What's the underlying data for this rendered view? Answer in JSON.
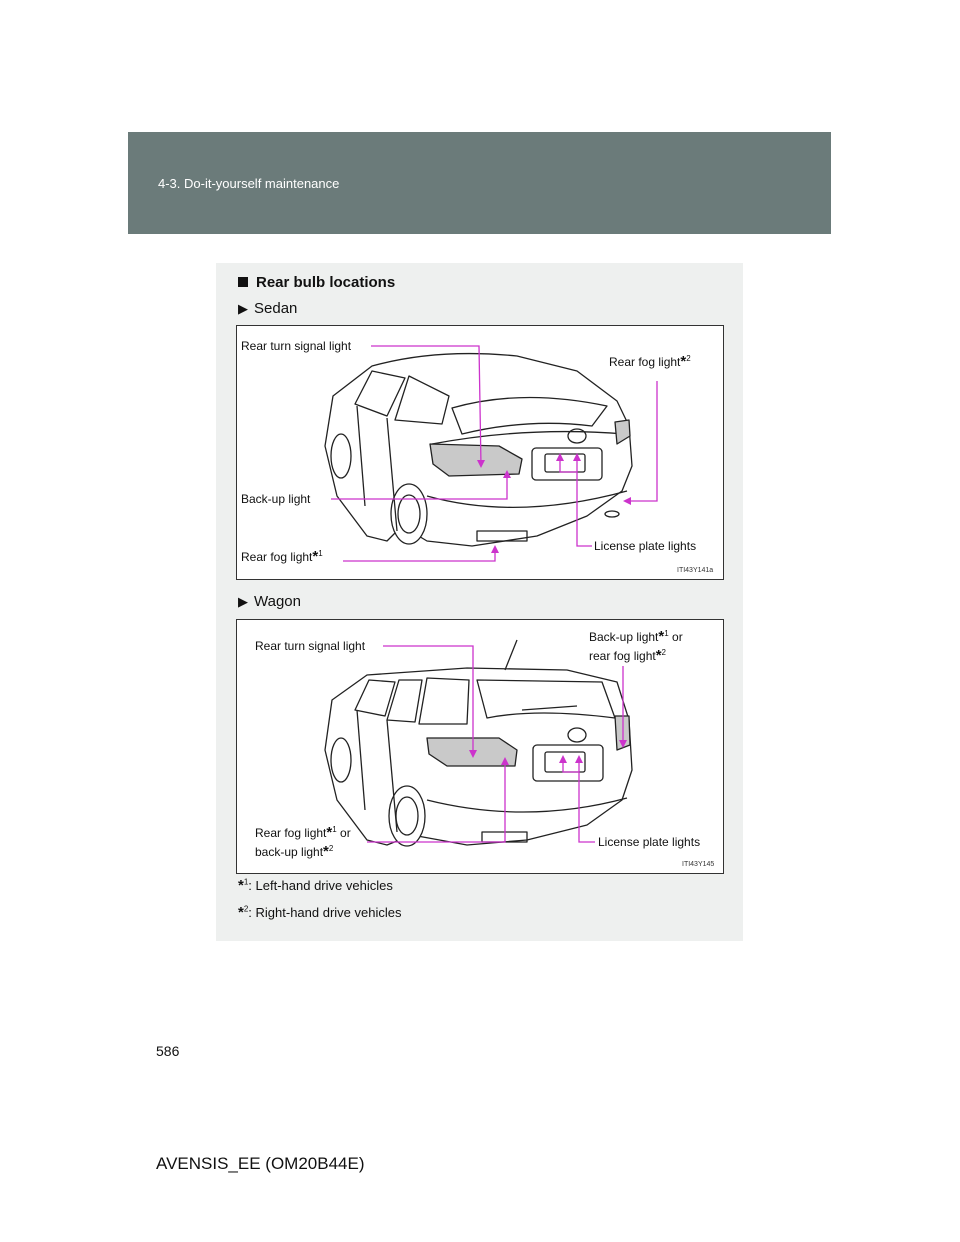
{
  "header": {
    "section_title": "4-3. Do-it-yourself maintenance"
  },
  "section": {
    "title": "Rear bulb locations",
    "sedan": {
      "heading": "Sedan",
      "figure_code": "ITI43Y141a",
      "labels": {
        "rear_turn_signal": "Rear turn signal light",
        "rear_fog_r": "Rear fog light",
        "rear_fog_r_sup": "2",
        "backup": "Back-up light",
        "rear_fog_l": "Rear fog light",
        "rear_fog_l_sup": "1",
        "license": "License plate lights"
      }
    },
    "wagon": {
      "heading": "Wagon",
      "figure_code": "ITI43Y145",
      "labels": {
        "rear_turn_signal": "Rear turn signal light",
        "backup_a": "Back-up light",
        "backup_a_sup": "1",
        "or": "or",
        "rear_fog_a": "rear fog light",
        "rear_fog_a_sup": "2",
        "rear_fog_b": "Rear fog light",
        "rear_fog_b_sup": "1",
        "backup_b": "back-up light",
        "backup_b_sup": "2",
        "license": "License plate lights"
      }
    },
    "footnotes": [
      {
        "mark": "*",
        "sup": "1",
        "text": ": Left-hand drive vehicles"
      },
      {
        "mark": "*",
        "sup": "2",
        "text": ": Right-hand drive vehicles"
      }
    ]
  },
  "page_number": "586",
  "manual_code": "AVENSIS_EE (OM20B44E)",
  "colors": {
    "callout": "#cc33cc",
    "header_band": "#6b7b7a",
    "panel": "#eef0ef"
  }
}
